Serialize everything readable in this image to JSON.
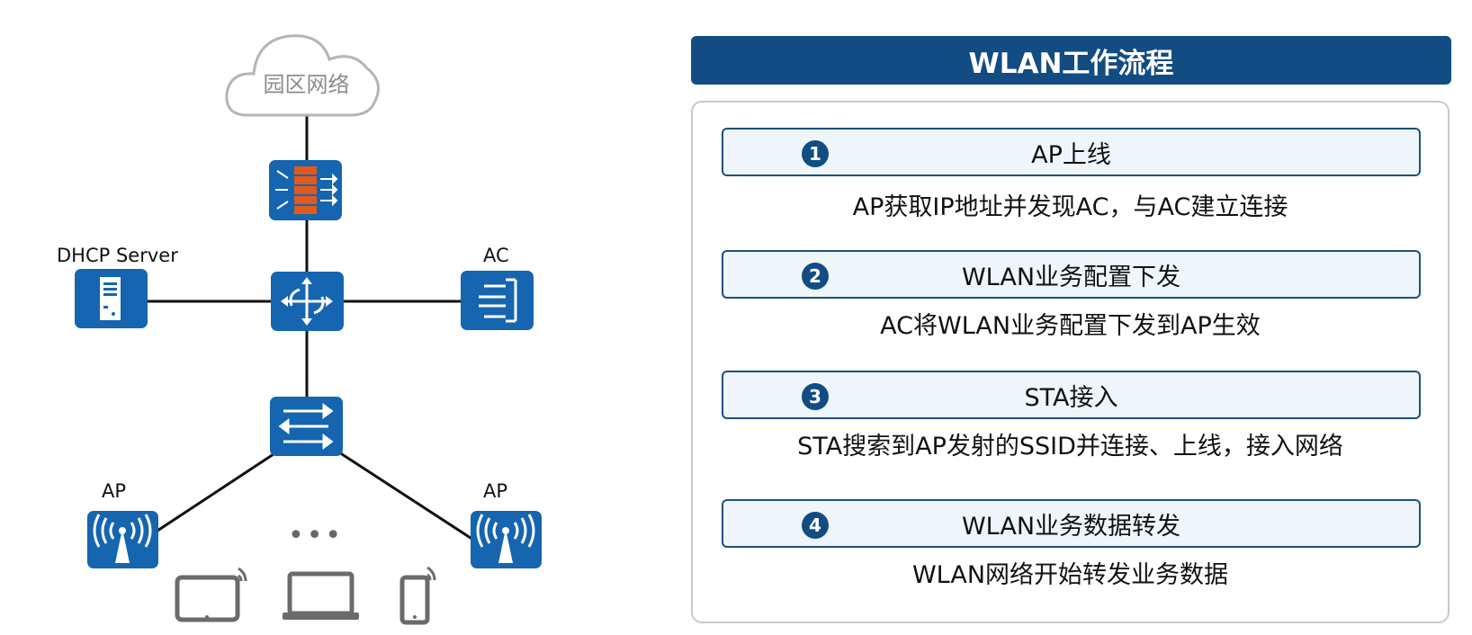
{
  "topology": {
    "cloud_label": "园区网络",
    "dhcp_label": "DHCP Server",
    "ac_label": "AC",
    "ap_left_label": "AP",
    "ap_right_label": "AP",
    "ellipsis": "•••",
    "icons": [
      "cloud-icon",
      "firewall-icon",
      "core-switch-icon",
      "server-icon",
      "access-controller-icon",
      "switch-icon",
      "wireless-ap-icon",
      "tablet-icon",
      "laptop-icon",
      "phone-icon"
    ]
  },
  "panel": {
    "title": "WLAN工作流程",
    "steps": [
      {
        "num": "1",
        "title": "AP上线",
        "desc": "AP获取IP地址并发现AC，与AC建立连接"
      },
      {
        "num": "2",
        "title": "WLAN业务配置下发",
        "desc": "AC将WLAN业务配置下发到AP生效"
      },
      {
        "num": "3",
        "title": "STA接入",
        "desc": "STA搜索到AP发射的SSID并连接、上线，接入网络"
      },
      {
        "num": "4",
        "title": "WLAN业务数据转发",
        "desc": "WLAN网络开始转发业务数据"
      }
    ]
  },
  "colors": {
    "header_bg": "#124c82",
    "device_blue": "#1565b0",
    "firewall_orange": "#e05a1e",
    "step_bg": "#eef6fb",
    "step_border": "#1e4f7f"
  }
}
